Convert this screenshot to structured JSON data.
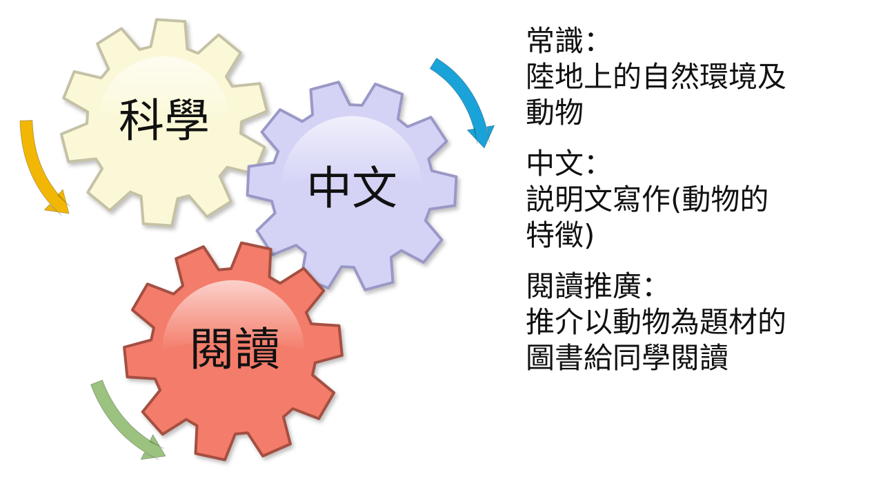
{
  "gears": [
    {
      "id": "science",
      "label": "科學",
      "fill": "#FBF8D7",
      "stroke": "#C5C1A6"
    },
    {
      "id": "chinese",
      "label": "中文",
      "fill": "#D4D3F6",
      "stroke": "#9A98C6"
    },
    {
      "id": "reading",
      "label": "閱讀",
      "fill": "#F47C6A",
      "stroke": "#A44F42"
    }
  ],
  "arrows": [
    {
      "id": "yellow",
      "color": "#F2B705"
    },
    {
      "id": "blue",
      "color": "#1AA3D9"
    },
    {
      "id": "green",
      "color": "#9BC27E"
    }
  ],
  "notes": [
    {
      "id": "general-studies",
      "lines": [
        "常識：",
        "陸地上的自然環境及",
        "動物"
      ]
    },
    {
      "id": "chinese",
      "lines": [
        "中文：",
        "説明文寫作(動物的",
        "特徵)"
      ]
    },
    {
      "id": "reading-promotion",
      "lines": [
        "閱讀推廣：",
        "推介以動物為題材的",
        "圖書給同學閱讀"
      ]
    }
  ]
}
